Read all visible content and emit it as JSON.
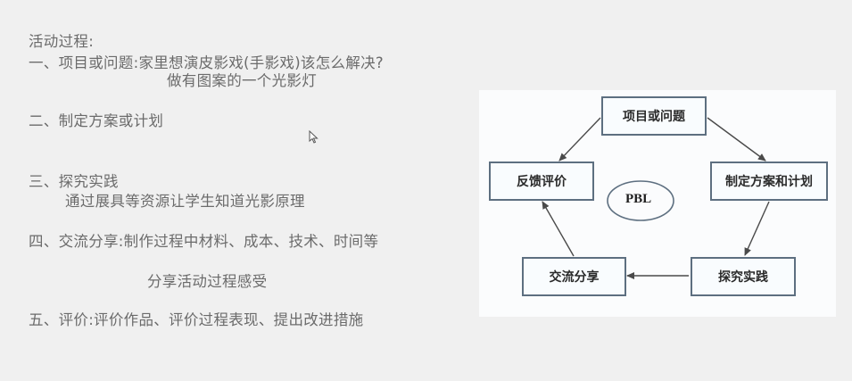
{
  "slide": {
    "heading": "活动过程:",
    "lines": [
      "一、项目或问题:家里想演皮影戏(手影戏)该怎么解决?",
      "做有图案的一个光影灯",
      "二、制定方案或计划",
      "三、探究实践",
      "通过展具等资源让学生知道光影原理",
      "四、交流分享:制作过程中材料、成本、技术、时间等",
      "分享活动过程感受",
      "五、评价:评价作品、评价过程表现、提出改进措施"
    ]
  },
  "diagram": {
    "center_label": "PBL",
    "nodes": {
      "top": "项目或问题",
      "right": "制定方案和计划",
      "bottom_right": "探究实践",
      "bottom_left": "交流分享",
      "left": "反馈评价"
    },
    "colors": {
      "border": "#5d6f80",
      "arrow": "#4a4a4a",
      "fill": "#f9fcfe"
    }
  },
  "cursor": {
    "icon": "mouse-pointer-icon"
  }
}
